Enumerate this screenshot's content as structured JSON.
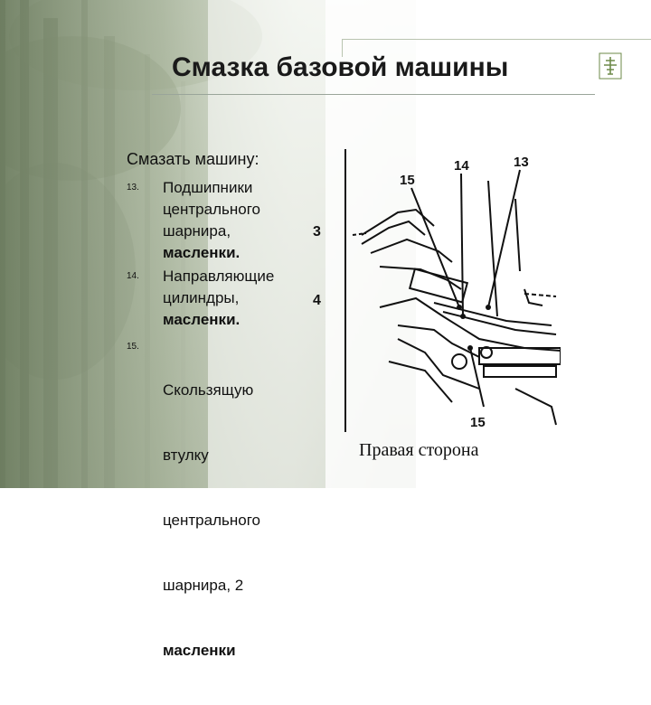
{
  "slide": {
    "title": "Смазка базовой машины"
  },
  "content": {
    "intro": "Смазать машину:",
    "items": [
      {
        "number": "13.",
        "lines": [
          "Подшипники",
          "центрального",
          "шарнира,",
          "масленки."
        ],
        "count": "3"
      },
      {
        "number": "14.",
        "lines": [
          "Направляющие",
          "цилиндры,",
          "масленки."
        ],
        "count": "4"
      },
      {
        "number": "15.",
        "lines": [
          " Скользящую",
          "втулку",
          "центрального",
          "шарнира, 2",
          "масленки"
        ],
        "count": ""
      }
    ]
  },
  "diagram": {
    "callouts": [
      "15",
      "14",
      "13",
      "15"
    ],
    "caption": "Правая сторона"
  },
  "icons": [
    "tree-background",
    "logo-icon"
  ]
}
